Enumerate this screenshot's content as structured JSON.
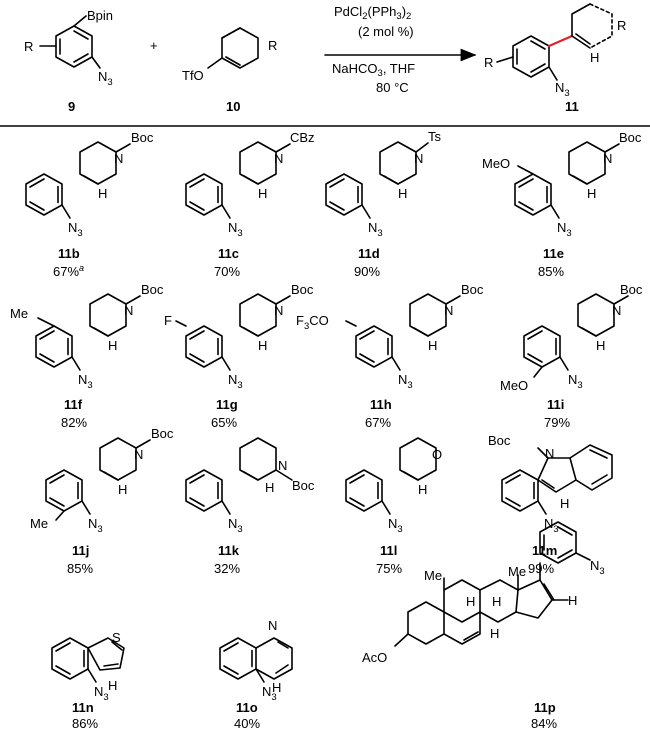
{
  "reaction": {
    "reagent_a": {
      "bpin": "Bpin",
      "r": "R",
      "n3": "N",
      "n3_sub": "3",
      "id": "9"
    },
    "plus": "+",
    "reagent_b": {
      "tfo": "TfO",
      "r": "R",
      "id": "10"
    },
    "conditions": {
      "catalyst": "PdCl",
      "catalyst_sub1": "2",
      "catalyst_mid": "(PPh",
      "catalyst_sub2": "3",
      "catalyst_end": ")",
      "catalyst_sub3": "2",
      "loading": "(2 mol %)",
      "base": "NaHCO",
      "base_sub": "3",
      "solvent": ", THF",
      "temperature": "80 °C"
    },
    "product": {
      "r1": "R",
      "r2": "R",
      "h": "H",
      "n3": "N",
      "n3_sub": "3",
      "id": "11"
    },
    "colors": {
      "new_bond": "#e8202a"
    }
  },
  "compounds": [
    {
      "id": "11b",
      "yield": "67%",
      "footnote": "a",
      "substituent": "",
      "pg": "Boc"
    },
    {
      "id": "11c",
      "yield": "70%",
      "substituent": "",
      "pg": "CBz"
    },
    {
      "id": "11d",
      "yield": "90%",
      "substituent": "",
      "pg": "Ts"
    },
    {
      "id": "11e",
      "yield": "85%",
      "substituent": "MeO",
      "pg": "Boc"
    },
    {
      "id": "11f",
      "yield": "82%",
      "substituent": "Me",
      "pg": "Boc"
    },
    {
      "id": "11g",
      "yield": "65%",
      "substituent": "F",
      "pg": "Boc"
    },
    {
      "id": "11h",
      "yield": "67%",
      "substituent": "F",
      "substituent_sub": "3",
      "substituent_end": "CO",
      "pg": "Boc"
    },
    {
      "id": "11i",
      "yield": "79%",
      "substituent": "MeO",
      "pg": "Boc"
    },
    {
      "id": "11j",
      "yield": "85%",
      "substituent": "Me",
      "pg": "Boc"
    },
    {
      "id": "11k",
      "yield": "32%",
      "pg": "Boc"
    },
    {
      "id": "11l",
      "yield": "75%",
      "heteroatom": "O"
    },
    {
      "id": "11m",
      "yield": "99%",
      "pg": "Boc",
      "heteroatom": "N"
    },
    {
      "id": "11n",
      "yield": "86%",
      "heteroatom": "S"
    },
    {
      "id": "11o",
      "yield": "40%",
      "heteroatom": "N"
    },
    {
      "id": "11p",
      "yield": "84%",
      "ester": "AcO",
      "methyl": "Me"
    }
  ],
  "common": {
    "h": "H",
    "n": "N",
    "n3": "N",
    "n3_sub": "3"
  }
}
